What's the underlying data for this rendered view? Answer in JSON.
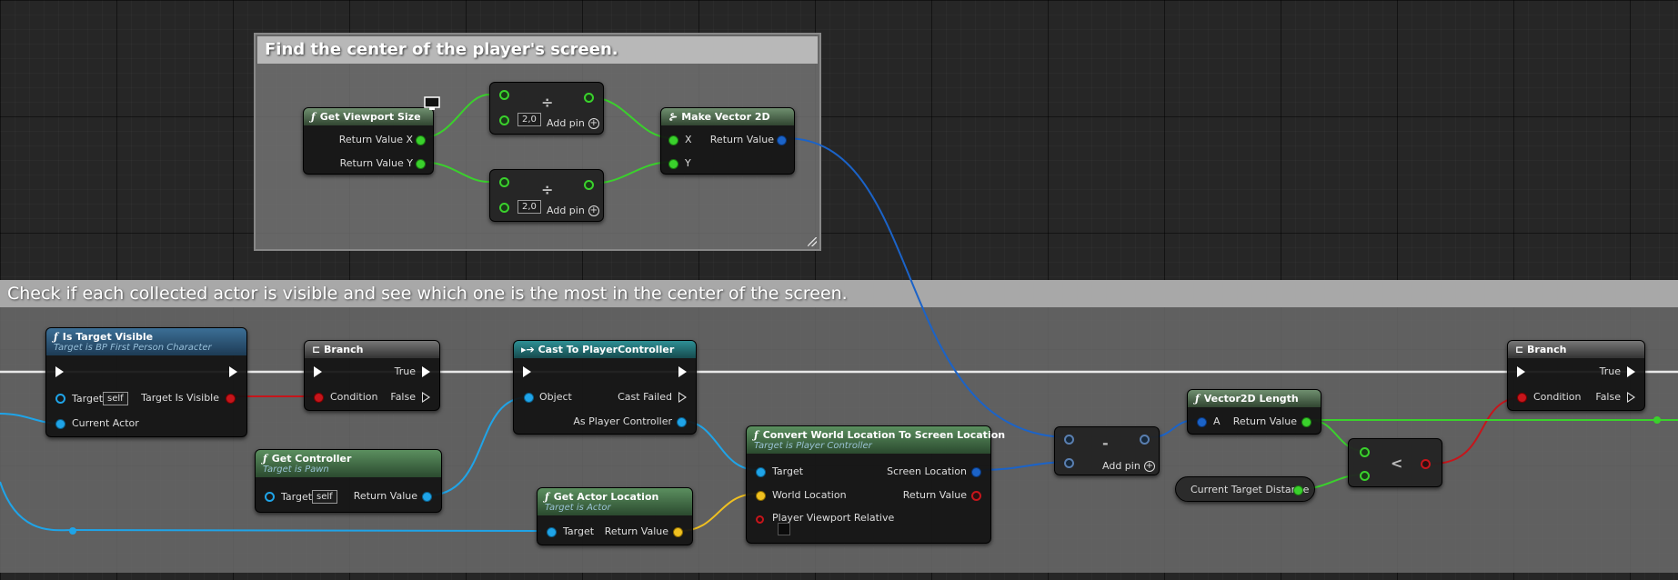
{
  "comments": {
    "top": "Find the center of the player's screen.",
    "bottom": "Check if each collected actor is visible and see which one is the most in the center of the screen."
  },
  "nodes": {
    "get_viewport_size": {
      "title": "Get Viewport Size",
      "out_x": "Return Value X",
      "out_y": "Return Value Y"
    },
    "divide_1": {
      "operator": "÷",
      "value": "2,0",
      "add_pin": "Add pin"
    },
    "divide_2": {
      "operator": "÷",
      "value": "2,0",
      "add_pin": "Add pin"
    },
    "make_vector2d": {
      "title": "Make Vector 2D",
      "in_x": "X",
      "in_y": "Y",
      "out": "Return Value"
    },
    "is_target_visible": {
      "title": "Is Target Visible",
      "subtitle": "Target is BP First Person Character",
      "target": "Target",
      "target_value": "self",
      "out": "Target Is Visible",
      "current_actor": "Current Actor"
    },
    "branch_1": {
      "title": "Branch",
      "true": "True",
      "false": "False",
      "condition": "Condition"
    },
    "cast": {
      "title": "Cast To PlayerController",
      "object": "Object",
      "failed": "Cast Failed",
      "out": "As Player Controller"
    },
    "get_controller": {
      "title": "Get Controller",
      "subtitle": "Target is Pawn",
      "target": "Target",
      "target_value": "self",
      "out": "Return Value"
    },
    "get_actor_location": {
      "title": "Get Actor Location",
      "subtitle": "Target is Actor",
      "target": "Target",
      "out": "Return Value"
    },
    "convert": {
      "title": "Convert World Location To Screen Location",
      "subtitle": "Target is Player Controller",
      "target": "Target",
      "world": "World Location",
      "relative": "Player Viewport Relative",
      "screen": "Screen Location",
      "out": "Return Value"
    },
    "subtract": {
      "operator": "-",
      "add_pin": "Add pin"
    },
    "vector2d_length": {
      "title": "Vector2D Length",
      "in": "A",
      "out": "Return Value"
    },
    "current_target_distance": {
      "label": "Current Target Distance"
    },
    "less": {
      "operator": "<"
    },
    "branch_2": {
      "title": "Branch",
      "true": "True",
      "false": "False",
      "condition": "Condition"
    }
  }
}
